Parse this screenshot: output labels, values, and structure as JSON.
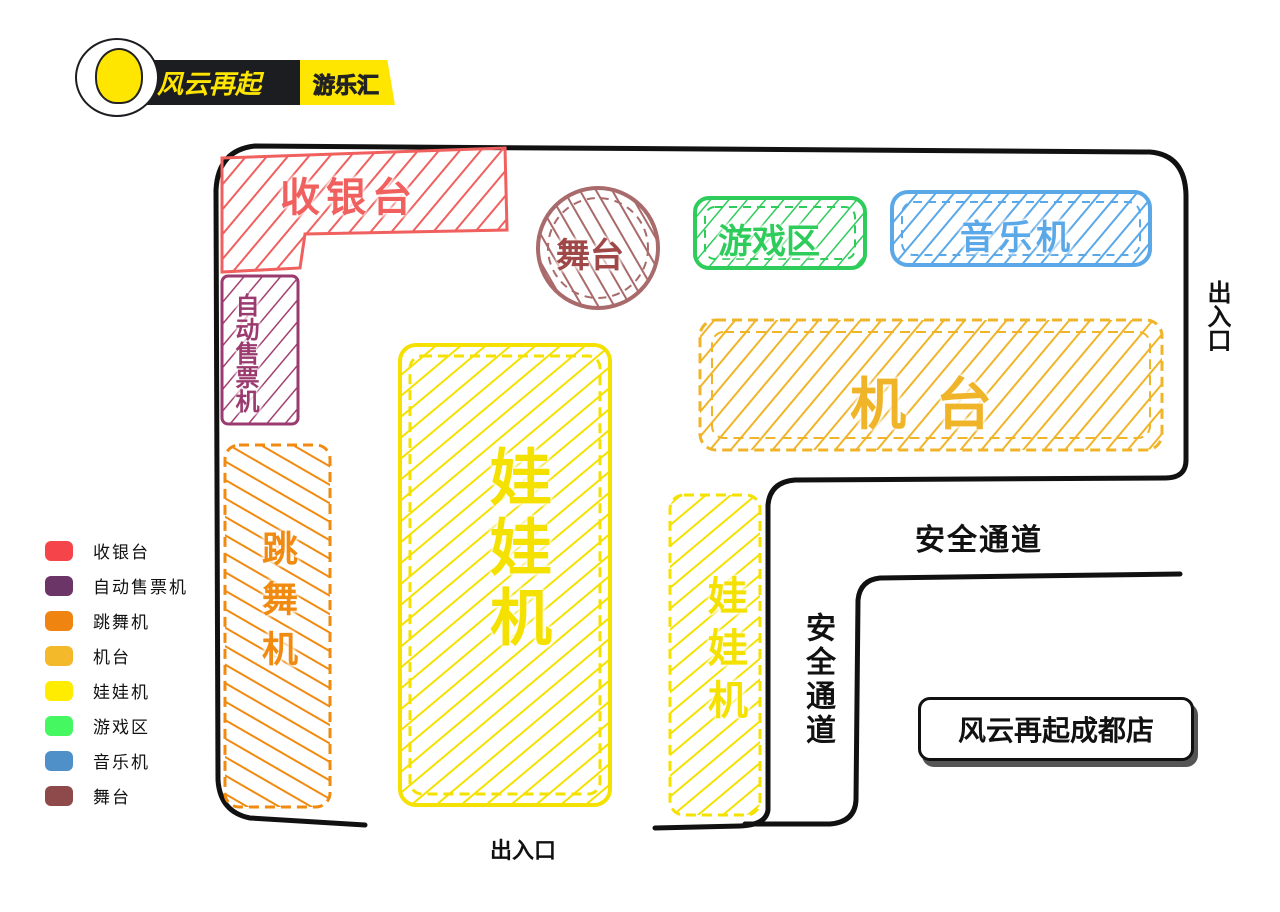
{
  "logo": {
    "brand": "风云再起",
    "sub": "游乐汇"
  },
  "zones": {
    "cashier": "收银台",
    "vending": "自动售票机",
    "dance": "跳舞机",
    "claw_big": "娃娃机",
    "claw_small": "娃娃机",
    "stage": "舞台",
    "game": "游戏区",
    "music": "音乐机",
    "machines": "机台"
  },
  "labels": {
    "exit_right": "出入口",
    "exit_bottom": "出入口",
    "safety_h": "安全通道",
    "safety_v": "安全通道",
    "store": "风云再起成都店"
  },
  "legend": [
    {
      "label": "收银台",
      "color": "#f5454a"
    },
    {
      "label": "自动售票机",
      "color": "#6c3568"
    },
    {
      "label": "跳舞机",
      "color": "#f08410"
    },
    {
      "label": "机台",
      "color": "#f3b92a"
    },
    {
      "label": "娃娃机",
      "color": "#ffec00"
    },
    {
      "label": "游戏区",
      "color": "#45f760"
    },
    {
      "label": "音乐机",
      "color": "#5090c8"
    },
    {
      "label": "舞台",
      "color": "#8e4a4a"
    }
  ]
}
